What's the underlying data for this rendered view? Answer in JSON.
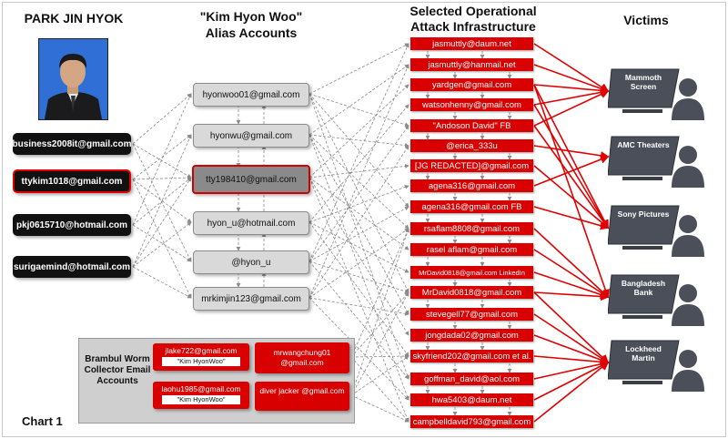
{
  "headers": {
    "person": "PARK JIN HYOK",
    "alias_line1": "\"Kim Hyon Woo\"",
    "alias_line2": "Alias Accounts",
    "infra_line1": "Selected Operational",
    "infra_line2": "Attack Infrastructure",
    "victims": "Victims"
  },
  "left_accounts": [
    "business2008it@gmail.com",
    "ttykim1018@gmail.com",
    "pkj0615710@hotmail.com",
    "surigaemind@hotmail.com"
  ],
  "alias_accounts": [
    "hyonwoo01@gmail.com",
    "hyonwu@gmail.com",
    "tty198410@gmail.com",
    "hyon_u@hotmail.com",
    "@hyon_u",
    "mrkimjin123@gmail.com"
  ],
  "infrastructure": [
    "jasmuttly@daum.net",
    "jasmuttly@hanmail.net",
    "yardgen@gmail.com",
    "watsonhenny@gmail.com",
    "\"Andoson David\" FB",
    "@erica_333u",
    "[JG REDACTED]@gmail.com",
    "agena316@gmail.com",
    "agena316@gmail.com FB",
    "rsaflam8808@gmail.com",
    "rasel aflam@gmail.com",
    "MrDavid0818@gmail.com LinkedIn",
    "MrDavid0818@gmail.com",
    "stevegell77@gmail.com",
    "jongdada02@gmail.com",
    "skyfriend202@gmail.com et al.",
    "goffman_david@aol.com",
    "hwa5403@daum.net",
    "campbelldavid793@gmail.com"
  ],
  "brambul": {
    "title": "Brambul Worm Collector Email Accounts",
    "boxes": [
      {
        "email": "jlake722@gmail.com",
        "alias": "\"Kim HyonWoo\""
      },
      {
        "email": "mrwangchung01 @gmail.com",
        "alias": ""
      },
      {
        "email": "laohu1985@gmail.com",
        "alias": "\"Kim HyonWoo\""
      },
      {
        "email": "diver jacker @gmail.com",
        "alias": ""
      }
    ]
  },
  "victims": [
    "Mammoth Screen",
    "AMC Theaters",
    "Sony Pictures",
    "Bangladesh Bank",
    "Lockheed Martin"
  ],
  "footer": "Chart 1",
  "colors": {
    "red": "#d80000",
    "dark": "#111111",
    "grey": "#d9d9d9",
    "monitor": "#4a4f5a"
  }
}
